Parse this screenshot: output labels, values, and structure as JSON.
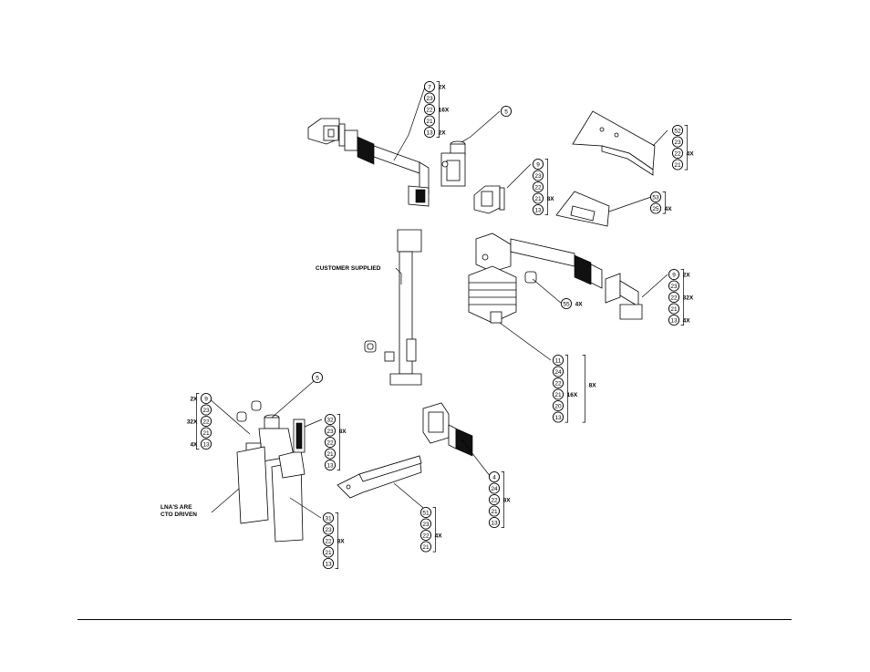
{
  "labels": {
    "customer_supplied": "CUSTOMER SUPPLIED",
    "lna_line1": "LNA'S ARE",
    "lna_line2": "CTO DRIVEN"
  },
  "callout_groups": [
    {
      "id": "g1",
      "items": [
        "7",
        "23",
        "22",
        "21",
        "13"
      ],
      "qty": [
        "2X",
        "",
        "16X",
        "",
        "2X"
      ]
    },
    {
      "id": "g2",
      "items": [
        "5"
      ],
      "qty": [
        ""
      ]
    },
    {
      "id": "g3",
      "items": [
        "9",
        "23",
        "22",
        "21",
        "13"
      ],
      "qty": [
        "",
        "",
        "",
        "8X",
        ""
      ]
    },
    {
      "id": "g4",
      "items": [
        "52",
        "23",
        "22",
        "21"
      ],
      "qty": [
        "",
        "",
        "4X",
        ""
      ]
    },
    {
      "id": "g5",
      "items": [
        "53",
        "25"
      ],
      "qty": [
        "",
        "4X"
      ]
    },
    {
      "id": "g6",
      "items": [
        "55"
      ],
      "qty": [
        "4X"
      ]
    },
    {
      "id": "g7",
      "items": [
        "9",
        "23",
        "22",
        "21",
        "13"
      ],
      "qty": [
        "2X",
        "",
        "32X",
        "",
        "4X"
      ]
    },
    {
      "id": "g8",
      "items": [
        "11",
        "24",
        "22",
        "21",
        "20",
        "13"
      ],
      "qty": [
        "",
        "",
        "",
        "16X",
        "",
        ""
      ],
      "group_qty": "8X"
    },
    {
      "id": "g9",
      "items": [
        "5"
      ],
      "qty": [
        ""
      ]
    },
    {
      "id": "g10",
      "items": [
        "9",
        "23",
        "22",
        "21",
        "13"
      ],
      "qty": [
        "2X",
        "",
        "32X",
        "",
        "4X"
      ]
    },
    {
      "id": "g11",
      "items": [
        "32",
        "23",
        "22",
        "21",
        "13"
      ],
      "qty": [
        "",
        "8X",
        "",
        "",
        ""
      ]
    },
    {
      "id": "g12",
      "items": [
        "4",
        "24",
        "22",
        "21",
        "13"
      ],
      "qty": [
        "",
        "",
        "8X",
        "",
        ""
      ]
    },
    {
      "id": "g13",
      "items": [
        "51",
        "23",
        "22",
        "21"
      ],
      "qty": [
        "",
        "",
        "4X",
        ""
      ]
    },
    {
      "id": "g14",
      "items": [
        "31",
        "23",
        "22",
        "21",
        "13"
      ],
      "qty": [
        "",
        "",
        "8X",
        "",
        ""
      ]
    }
  ]
}
